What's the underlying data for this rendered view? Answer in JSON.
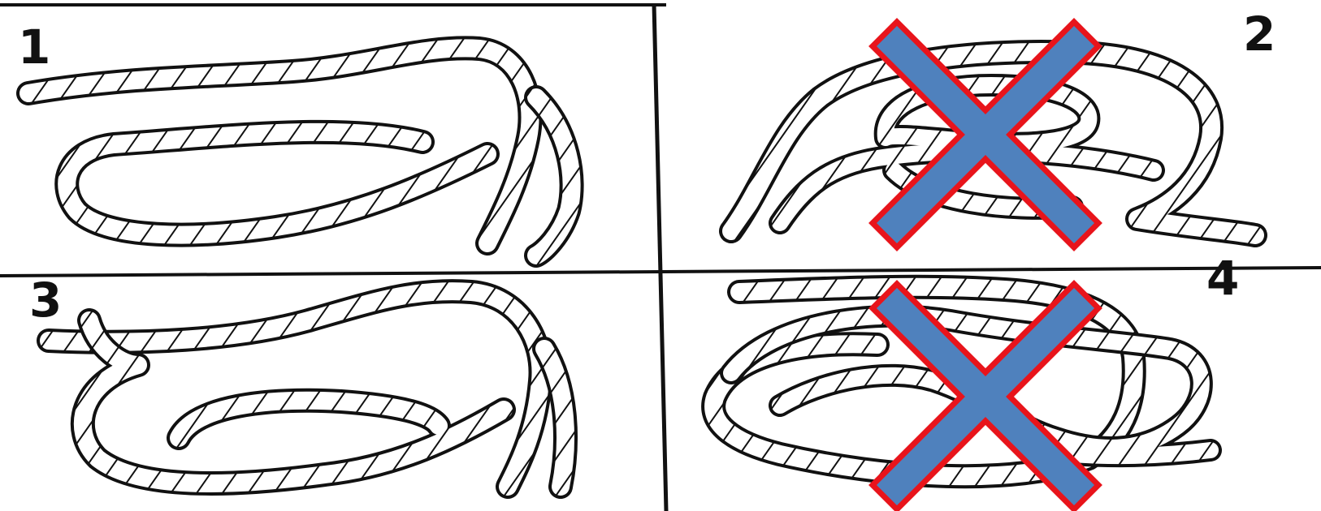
{
  "panels": [
    {
      "label": "1",
      "crossed": false
    },
    {
      "label": "2",
      "crossed": true
    },
    {
      "label": "3",
      "crossed": false
    },
    {
      "label": "4",
      "crossed": true
    }
  ],
  "colors": {
    "cross_fill": "#4f81bd",
    "cross_outline": "#e8141b",
    "rope": "#111111",
    "divider": "#111111"
  }
}
